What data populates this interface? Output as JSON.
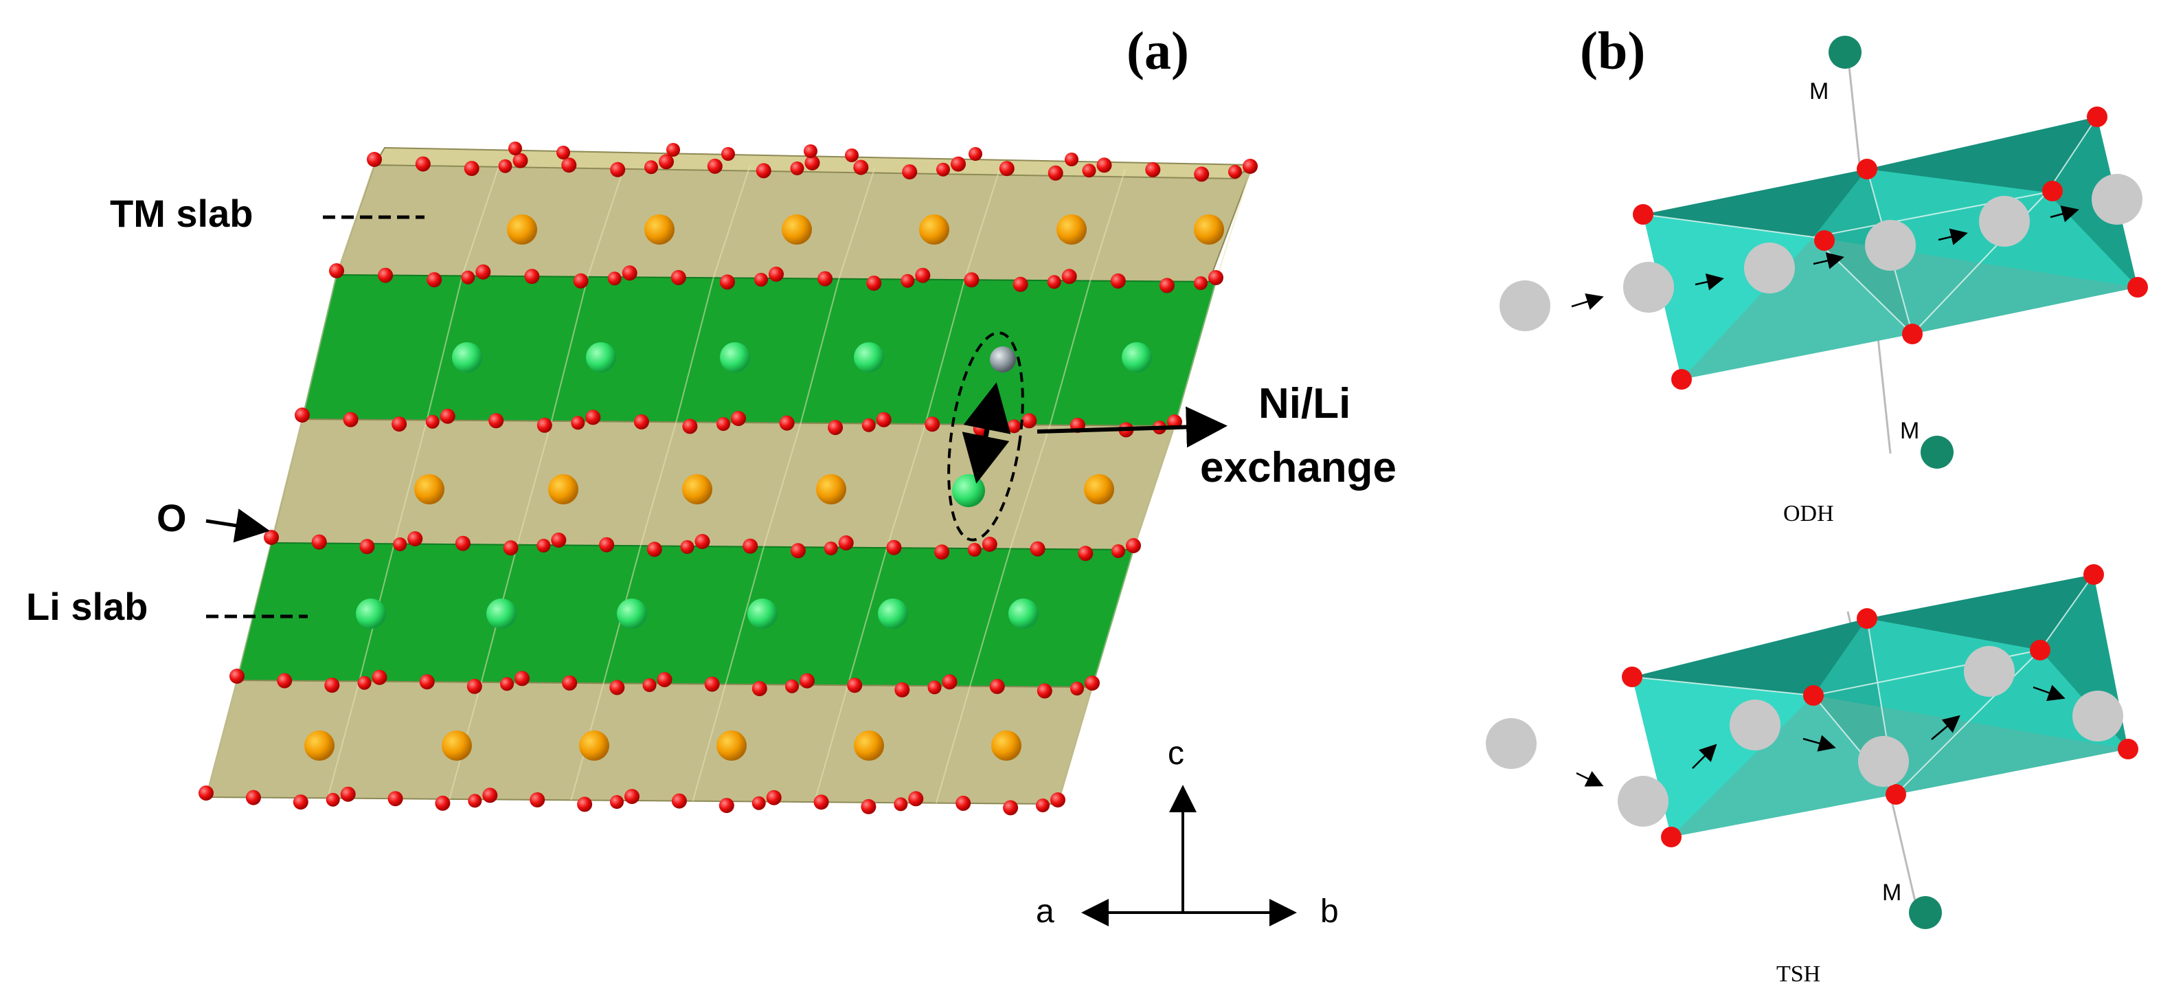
{
  "panel_a": {
    "label": "(a)",
    "tm_slab": "TM slab",
    "li_slab": "Li slab",
    "oxygen": "O",
    "exchange_line1": "Ni/Li",
    "exchange_line2": "exchange",
    "axes": {
      "c": "c",
      "a": "a",
      "b": "b"
    },
    "colors": {
      "tm_layer": "#b9b277",
      "li_layer": "#17a52e",
      "tm_atom": "#f29a00",
      "li_atom": "#2fe06a",
      "oxygen": "#ee1111",
      "ni_atom": "#8e9aa0"
    }
  },
  "panel_b": {
    "label": "(b)",
    "metal": "M",
    "odh_caption": "ODH",
    "tsh_caption": "TSH",
    "colors": {
      "octahedron": "#2fd2bd",
      "octahedron_dark": "#17907e",
      "vacancy": "#c8c8c8",
      "metal": "#16886a",
      "oxygen": "#ee1111"
    }
  }
}
